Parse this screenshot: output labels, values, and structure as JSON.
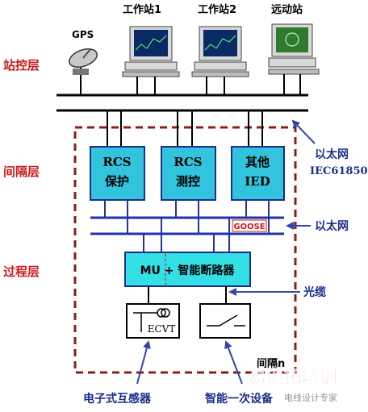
{
  "labels": {
    "gps": "GPS",
    "workstation1": "工作站1",
    "workstation2": "工作站2",
    "remote_station": "远动站",
    "station_layer": "站控层",
    "bay_layer": "间隔层",
    "process_layer": "过程层",
    "ethernet_iec": "以太网",
    "iec61850": "IEC61850",
    "ethernet": "以太网",
    "goose": "GOOSE",
    "fiber": "光缆",
    "bay_n": "间隔n",
    "ecvt": "ECVT",
    "electronic_transformer": "电子式互感器",
    "smart_primary_equipment": "智能一次设备"
  },
  "devices": {
    "rcs_protection": [
      "RCS",
      "保护"
    ],
    "rcs_measure_control": [
      "RCS",
      "测控"
    ],
    "other_ied": [
      "其他",
      "IED"
    ],
    "mu_smart_breaker": "MU + 智能断路器"
  },
  "watermark": {
    "brand": "易追拓培训",
    "slogan": "电线设计专家"
  },
  "colors": {
    "layer_label": "#cc1a1a",
    "device_fill": "#33c4dd",
    "mu_fill": "#33e0e6",
    "bus_blue": "#2233aa",
    "dashed_border": "#8b1c1c",
    "arrow_blue": "#3344aa",
    "caption_blue": "#1a2e8a"
  }
}
